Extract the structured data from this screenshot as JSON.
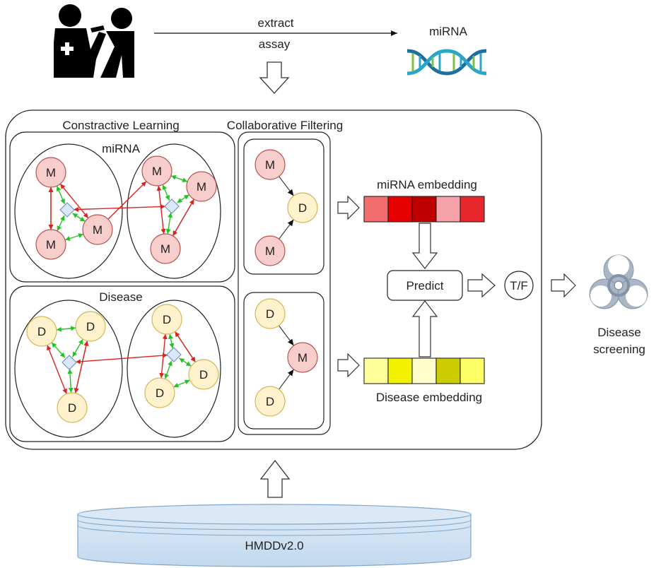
{
  "labels": {
    "extract": "extract",
    "assay": "assay",
    "mirna": "miRNA",
    "contrastive_title": "Constractive Learning",
    "collab_title": "Collaborative Filtering",
    "mirna_group": "miRNA",
    "disease_group": "Disease",
    "mirna_embedding": "miRNA embedding",
    "disease_embedding": "Disease embedding",
    "predict": "Predict",
    "tf": "T/F",
    "screening_line1": "Disease",
    "screening_line2": "screening",
    "database": "HMDDv2.0"
  },
  "node_letters": {
    "mirna": "M",
    "disease": "D"
  },
  "icons": [
    "doctor-patient-icon",
    "dna-icon",
    "biohazard-icon",
    "database-cylinder-icon"
  ],
  "colors": {
    "mirna_node_fill": "#f8cecc",
    "mirna_node_stroke": "#b85450",
    "disease_node_fill": "#fff2cc",
    "disease_node_stroke": "#d6b656",
    "intra_edge": "#22c322",
    "inter_edge": "#e02020",
    "hub_fill": "#dae8fc",
    "hub_stroke": "#6c8ebf",
    "database_fill": "#cfe2f3"
  },
  "mirna_embedding_colors": [
    "#f26d6d",
    "#e60000",
    "#c00000",
    "#f7a1a8",
    "#e8272c"
  ],
  "disease_embedding_colors": [
    "#ffff99",
    "#f2f200",
    "#ffffcc",
    "#cccc00",
    "#ffff66"
  ]
}
